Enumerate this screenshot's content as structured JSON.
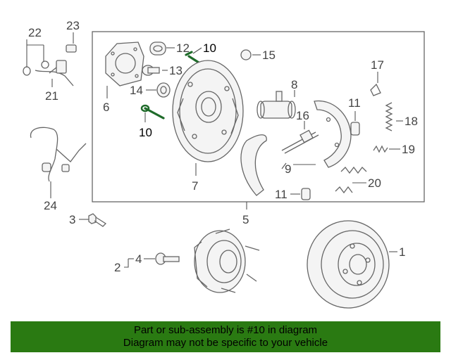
{
  "diagram": {
    "callouts": [
      {
        "id": "c1",
        "text": "1"
      },
      {
        "id": "c2",
        "text": "2"
      },
      {
        "id": "c3",
        "text": "3"
      },
      {
        "id": "c4",
        "text": "4"
      },
      {
        "id": "c5",
        "text": "5"
      },
      {
        "id": "c6",
        "text": "6"
      },
      {
        "id": "c7",
        "text": "7"
      },
      {
        "id": "c8",
        "text": "8"
      },
      {
        "id": "c9",
        "text": "9"
      },
      {
        "id": "c10a",
        "text": "10"
      },
      {
        "id": "c10b",
        "text": "10"
      },
      {
        "id": "c11a",
        "text": "11"
      },
      {
        "id": "c11b",
        "text": "11"
      },
      {
        "id": "c12",
        "text": "12"
      },
      {
        "id": "c13",
        "text": "13"
      },
      {
        "id": "c14",
        "text": "14"
      },
      {
        "id": "c15",
        "text": "15"
      },
      {
        "id": "c16",
        "text": "16"
      },
      {
        "id": "c17",
        "text": "17"
      },
      {
        "id": "c18",
        "text": "18"
      },
      {
        "id": "c19",
        "text": "19"
      },
      {
        "id": "c20",
        "text": "20"
      },
      {
        "id": "c21",
        "text": "21"
      },
      {
        "id": "c22",
        "text": "22"
      },
      {
        "id": "c23",
        "text": "23"
      },
      {
        "id": "c24",
        "text": "24"
      }
    ],
    "highlight_color": "#1f6b2a"
  },
  "banner": {
    "line1": "Part or sub-assembly is #10 in diagram",
    "line2": "Diagram may not be specific to your vehicle",
    "background": "#2a7a12"
  }
}
